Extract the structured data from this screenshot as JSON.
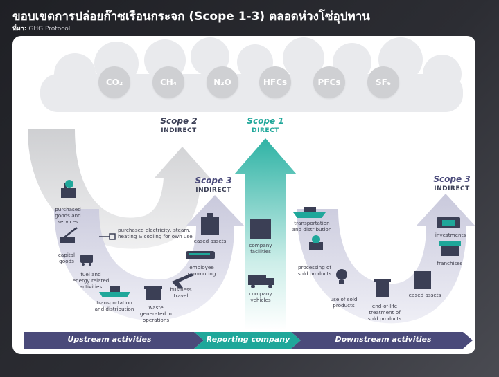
{
  "header": {
    "title": "ขอบเขตการปล่อยก๊าซเรือนกระจก (Scope 1-3) ตลอดห่วงโซ่อุปทาน",
    "source_label": "ที่มา:",
    "source_value": "GHG Protocol"
  },
  "gases": [
    "CO₂",
    "CH₄",
    "N₂O",
    "HFCs",
    "PFCs",
    "SF₆"
  ],
  "scopes": {
    "scope2": {
      "title": "Scope 2",
      "subtitle": "INDIRECT"
    },
    "scope1": {
      "title": "Scope 1",
      "subtitle": "DIRECT"
    },
    "scope3_up": {
      "title": "Scope 3",
      "subtitle": "INDIRECT"
    },
    "scope3_down": {
      "title": "Scope 3",
      "subtitle": "INDIRECT"
    }
  },
  "upstream": {
    "purchased_goods": "purchased\ngoods and\nservices",
    "capital_goods": "capital\ngoods",
    "fuel_energy": "fuel and\nenergy related\nactivities",
    "transportation": "transportation\nand distribution",
    "waste": "waste\ngenerated in\noperations",
    "business_travel": "business\ntravel",
    "employee_commuting": "employee\ncommuting",
    "leased_assets": "leased assets",
    "purchased_electricity": "purchased electricity, steam,\nheating & cooling for own use"
  },
  "company": {
    "facilities": "company\nfacilities",
    "vehicles": "company\nvehicles"
  },
  "downstream": {
    "transportation": "transportation\nand distribution",
    "processing": "processing of\nsold products",
    "use": "use of sold\nproducts",
    "end_of_life": "end-of-life\ntreatment of\nsold products",
    "leased_assets": "leased assets",
    "franchises": "franchises",
    "investments": "investments"
  },
  "bar": {
    "upstream": "Upstream activities",
    "reporting": "Reporting company",
    "downstream": "Downstream activities"
  },
  "colors": {
    "purple": "#4a4a7a",
    "teal": "#1fa79a",
    "gray_cloud": "#e8e9ec",
    "gas": "#cfd0d3"
  }
}
